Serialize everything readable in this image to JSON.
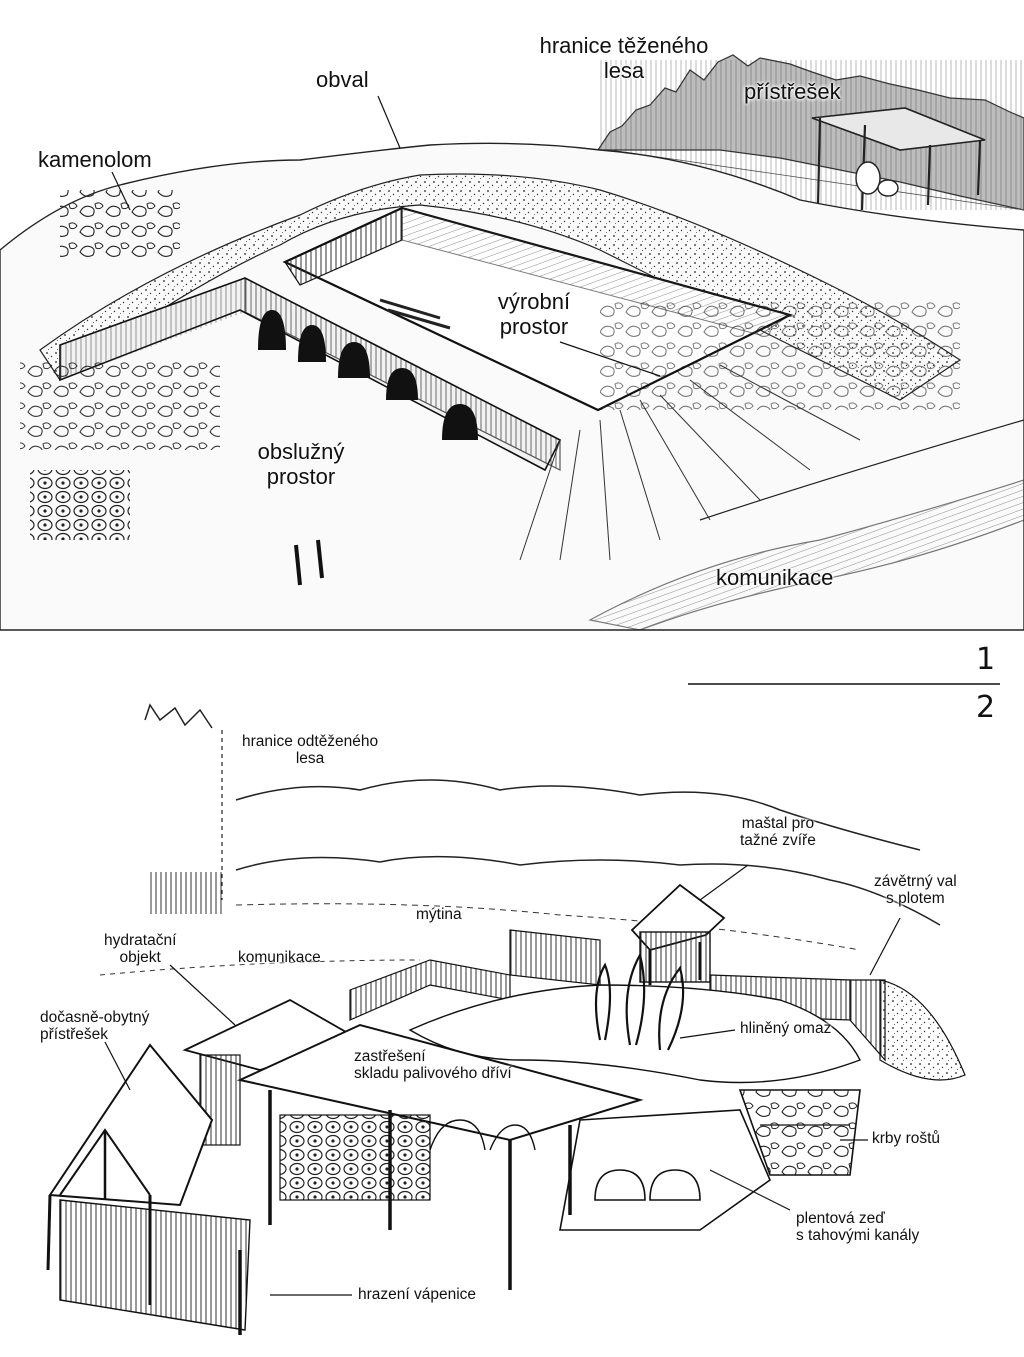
{
  "panel_top": {
    "number": "1",
    "labels": {
      "hranice_tezeneho": [
        "hranice těženého",
        "lesa"
      ],
      "obval": [
        "obval"
      ],
      "pristresek": [
        "přístřešek"
      ],
      "kamenolom": [
        "kamenolom"
      ],
      "vyrobni_prostor": [
        "výrobní",
        "prostor"
      ],
      "obsluzny_prostor": [
        "obslužný",
        "prostor"
      ],
      "komunikace": [
        "komunikace"
      ]
    }
  },
  "panel_bottom": {
    "number": "2",
    "labels": {
      "hranice_odtezeneho": [
        "hranice odtěženého",
        "lesa"
      ],
      "mastal": [
        "maštal pro",
        "tažné zvíře"
      ],
      "zavetrny_val": [
        "závětrný val",
        "s plotem"
      ],
      "mytina": [
        "mýtina"
      ],
      "hydratacni": [
        "hydratační",
        "objekt"
      ],
      "komunikace": [
        "komunikace"
      ],
      "docasne_obytny": [
        "dočasně-obytný",
        "přístřešek"
      ],
      "hlineny_omaz": [
        "hliněný omaz"
      ],
      "zastreseni": [
        "zastřešení",
        "skladu palivového dříví"
      ],
      "krby_rostu": [
        "krby roštů"
      ],
      "plentova_zed": [
        "plentová zeď",
        "s tahovými kanály"
      ],
      "hrazeni_vapenice": [
        "hrazení vápenice"
      ]
    }
  },
  "colors": {
    "ink": "#111111",
    "paper": "#ffffff",
    "shade": "#8a8a8a"
  }
}
